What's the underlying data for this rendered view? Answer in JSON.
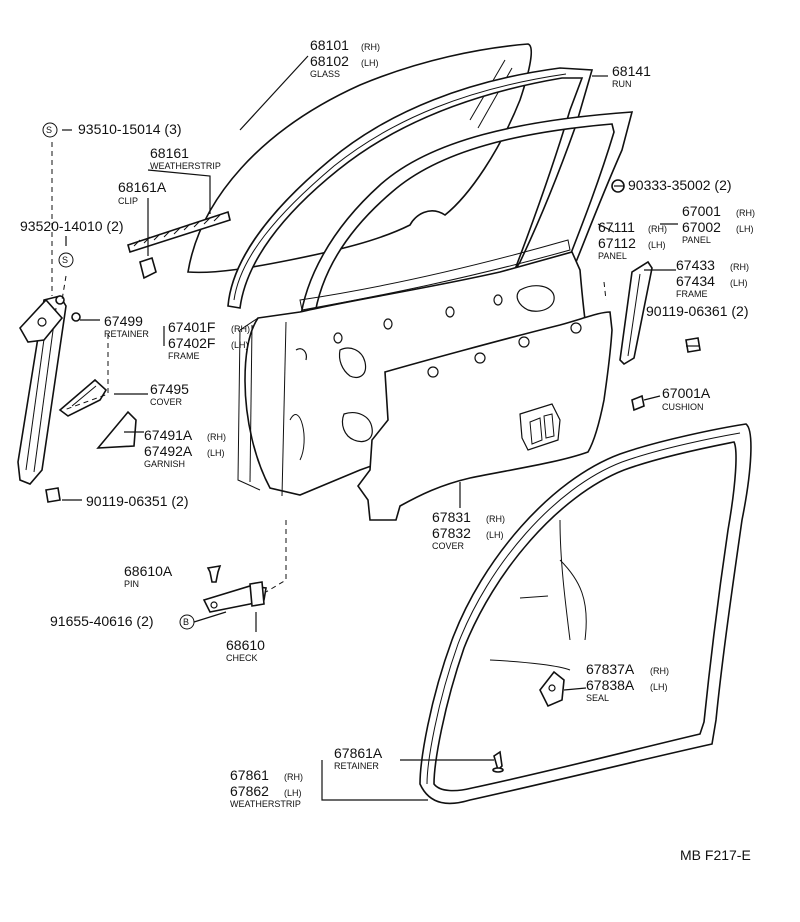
{
  "labels": {
    "glass": {
      "num1": "68101",
      "suf1": "(RH)",
      "num2": "68102",
      "suf2": "(LH)",
      "name": "GLASS"
    },
    "run": {
      "num": "68141",
      "name": "RUN"
    },
    "screw1": {
      "text": "93510-15014 (3)",
      "sym": "S"
    },
    "weatherstrip_top": {
      "num": "68161",
      "name": "WEATHERSTRIP"
    },
    "clip": {
      "num": "68161A",
      "name": "CLIP"
    },
    "screw2": {
      "text": "93520-14010 (2)",
      "sym": "S"
    },
    "retainer": {
      "num": "67499",
      "name": "RETAINER"
    },
    "frame_front": {
      "num1": "67401F",
      "suf1": "(RH)",
      "num2": "67402F",
      "suf2": "(LH)",
      "name": "FRAME"
    },
    "cover_small": {
      "num": "67495",
      "name": "COVER"
    },
    "garnish": {
      "num1": "67491A",
      "suf1": "(RH)",
      "num2": "67492A",
      "suf2": "(LH)",
      "name": "GARNISH"
    },
    "bolt1": {
      "text": "90119-06351 (2)"
    },
    "plug": {
      "text": "90333-35002 (2)"
    },
    "door_panel": {
      "num1": "67001",
      "suf1": "(RH)",
      "num2": "67002",
      "suf2": "(LH)",
      "name": "PANEL"
    },
    "panel_inner": {
      "num1": "67111",
      "suf1": "(RH)",
      "num2": "67112",
      "suf2": "(LH)",
      "name": "PANEL"
    },
    "frame_rear": {
      "num1": "67433",
      "suf1": "(RH)",
      "num2": "67434",
      "suf2": "(LH)",
      "name": "FRAME"
    },
    "bolt2": {
      "text": "90119-06361 (2)"
    },
    "cushion": {
      "num": "67001A",
      "name": "CUSHION"
    },
    "cover_big": {
      "num1": "67831",
      "suf1": "(RH)",
      "num2": "67832",
      "suf2": "(LH)",
      "name": "COVER"
    },
    "pin": {
      "num": "68610A",
      "name": "PIN"
    },
    "bolt3": {
      "text": "91655-40616 (2)",
      "sym": "B"
    },
    "check": {
      "num": "68610",
      "name": "CHECK"
    },
    "seal": {
      "num1": "67837A",
      "suf1": "(RH)",
      "num2": "67838A",
      "suf2": "(LH)",
      "name": "SEAL"
    },
    "retainer_ws": {
      "num": "67861A",
      "name": "RETAINER"
    },
    "weatherstrip_door": {
      "num1": "67861",
      "suf1": "(RH)",
      "num2": "67862",
      "suf2": "(LH)",
      "name": "WEATHERSTRIP"
    },
    "figure_code": "MB F217-E"
  }
}
